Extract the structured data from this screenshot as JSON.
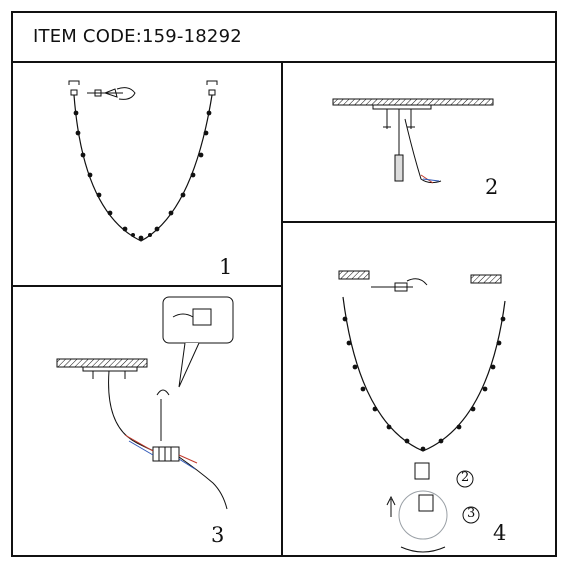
{
  "header": {
    "item_code": "ITEM CODE:159-18292"
  },
  "steps": [
    {
      "number": "1"
    },
    {
      "number": "2"
    },
    {
      "number": "3"
    },
    {
      "number": "4",
      "sub_steps": [
        "2",
        "3"
      ]
    }
  ],
  "colors": {
    "line": "#111111",
    "wire_red": "#c0392b",
    "wire_blue": "#2e58b8",
    "glass": "#9aa0a6"
  }
}
